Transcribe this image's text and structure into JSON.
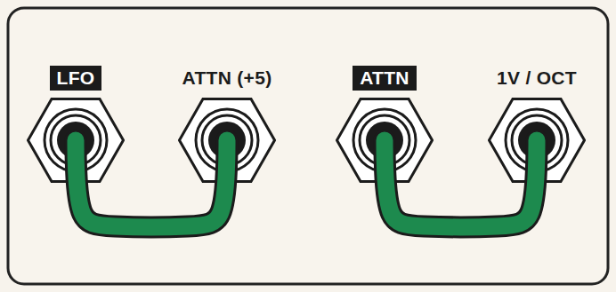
{
  "diagram": {
    "nodes": [
      {
        "text": [
          "LFO"
        ]
      },
      {
        "text": [
          "ATTN (+5)"
        ]
      },
      {
        "text": [
          "ATTN"
        ]
      },
      {
        "text": [
          "1V / OCT"
        ]
      }
    ],
    "edges": [
      {
        "from": 0,
        "to": 1,
        "arrow": "none"
      },
      {
        "from": 2,
        "to": 3,
        "arrow": "none"
      }
    ]
  }
}
